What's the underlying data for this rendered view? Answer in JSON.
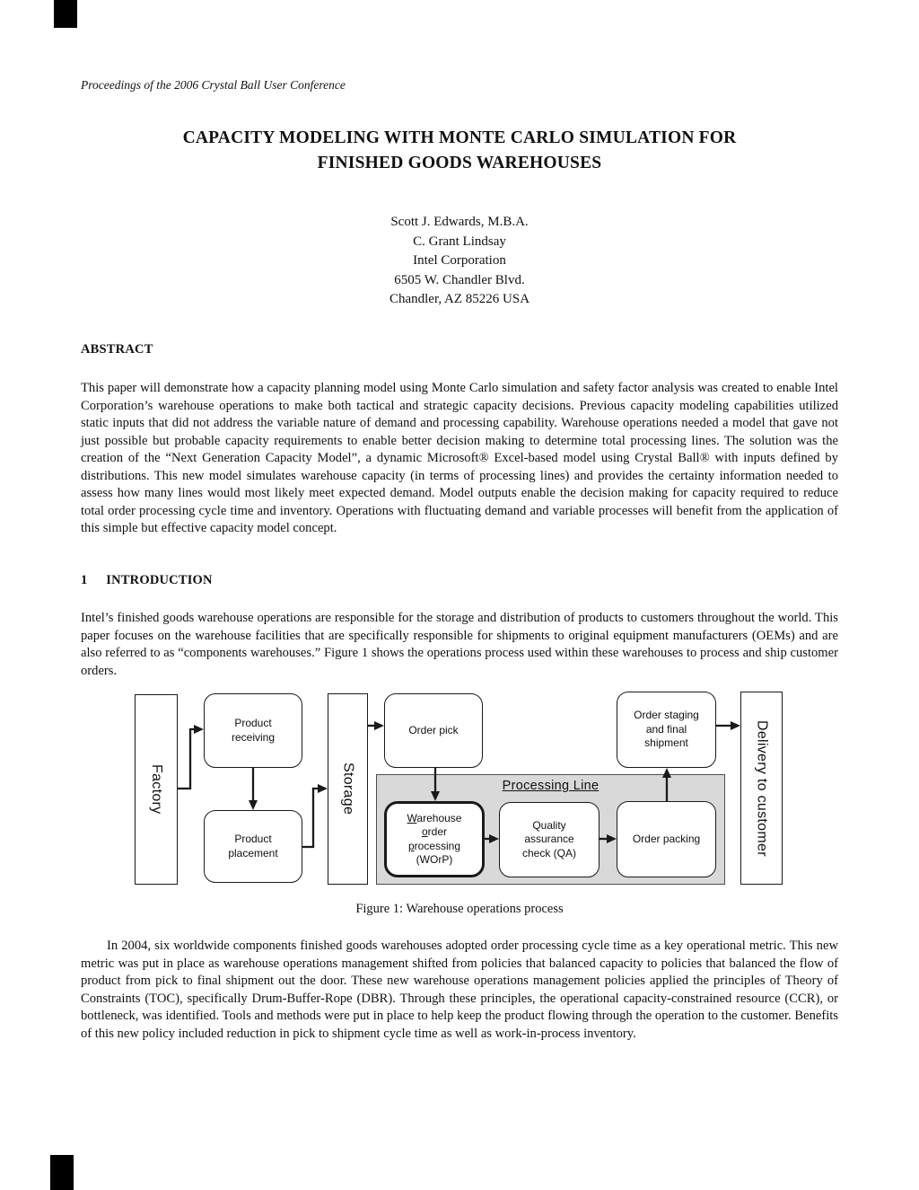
{
  "page": {
    "header": "Proceedings of the 2006 Crystal Ball User Conference",
    "title_line1": "CAPACITY MODELING WITH MONTE CARLO SIMULATION FOR",
    "title_line2": "FINISHED GOODS WAREHOUSES",
    "authors": [
      "Scott J. Edwards, M.B.A.",
      "C. Grant Lindsay",
      "Intel Corporation",
      "6505 W. Chandler Blvd.",
      "Chandler, AZ 85226 USA"
    ]
  },
  "abstract": {
    "heading": "ABSTRACT",
    "body": "This paper will demonstrate how a capacity planning model using Monte Carlo simulation and safety factor analysis was created to enable Intel Corporation’s warehouse operations to make both tactical and strategic capacity decisions.  Previous capacity modeling capabilities utilized static inputs that did not address the variable nature of demand and processing capability.  Warehouse operations needed a model that gave not just possible but probable capacity requirements to enable better decision making to determine total processing lines.  The solution was the creation of the “Next Generation Capacity Model”, a dynamic Microsoft® Excel-based model using Crystal Ball® with inputs defined by distributions.  This new model simulates warehouse capacity (in terms of processing lines) and provides the certainty information needed to assess how many lines would most likely meet expected demand.  Model outputs enable the decision making for capacity required to reduce total order processing cycle time and inventory.  Operations with fluctuating demand and variable processes will benefit from the application of this simple but effective capacity model concept."
  },
  "introduction": {
    "number": "1",
    "heading": "INTRODUCTION",
    "body": "Intel’s finished goods warehouse operations are responsible for the storage and distribution of products to customers throughout the world.  This paper focuses on the warehouse facilities that are specifically responsible for shipments to original equipment manufacturers (OEMs) and are also referred to as “components warehouses.”  Figure 1 shows the operations process used within these warehouses to process and ship customer orders."
  },
  "figure": {
    "caption": "Figure 1: Warehouse operations process",
    "processing_line_label": "Processing Line",
    "colors": {
      "processing_area_fill": "#d9d9d9",
      "box_border": "#1a1a1a",
      "box_fill": "#ffffff"
    },
    "nodes": {
      "factory": "Factory",
      "storage": "Storage",
      "delivery": "Delivery to customer",
      "product_receiving": [
        "Product",
        "receiving"
      ],
      "product_placement": [
        "Product",
        "placement"
      ],
      "order_pick": [
        "Order pick"
      ],
      "worp": [
        "Warehouse",
        "order",
        "processing",
        "(WOrP)"
      ],
      "qa": [
        "Quality",
        "assurance",
        "check (QA)"
      ],
      "order_packing": [
        "Order packing"
      ],
      "order_staging": [
        "Order staging",
        "and final",
        "shipment"
      ]
    }
  },
  "paragraph_2004": "In 2004, six worldwide components finished goods warehouses adopted order processing cycle time as a key operational metric.  This new metric was put in place as warehouse operations management shifted from policies that balanced capacity to policies that balanced the flow of product from pick to final shipment out the door.  These new warehouse operations management policies applied the principles of Theory of Constraints (TOC), specifically Drum-Buffer-Rope (DBR).  Through these principles, the operational capacity-constrained resource (CCR), or bottleneck, was identified.  Tools and methods were put in place to help keep the product flowing through the operation to the customer.  Benefits of this new policy included reduction in pick to shipment cycle time as well as work-in-process inventory."
}
